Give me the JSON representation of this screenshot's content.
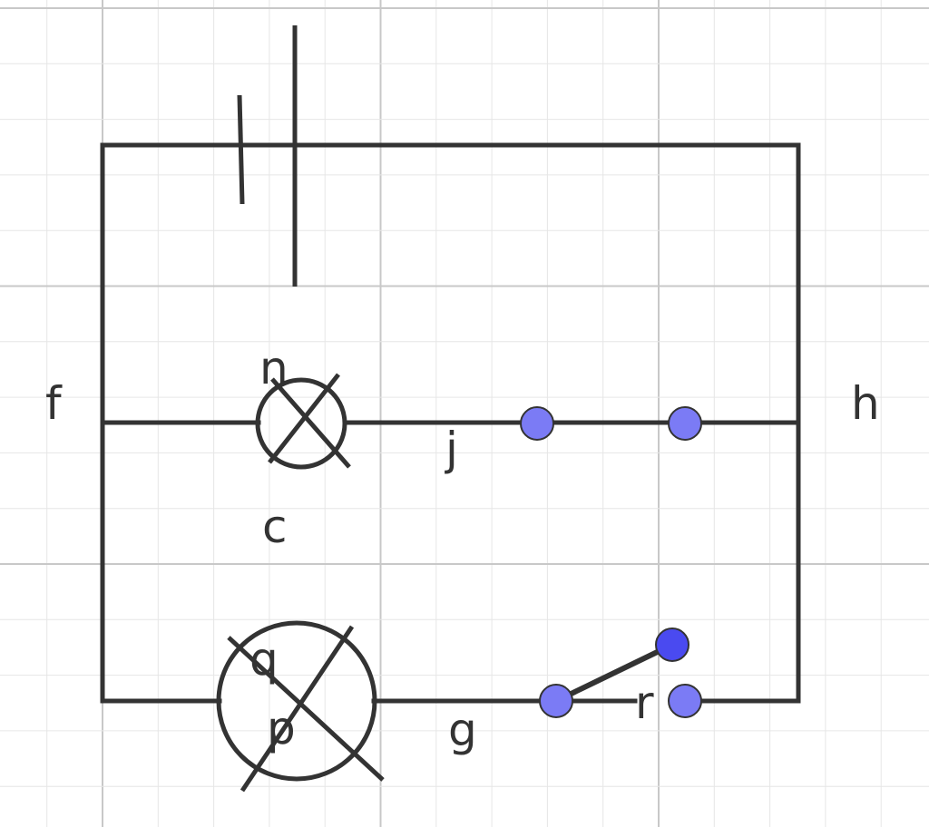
{
  "diagram": {
    "labels": {
      "f": "f",
      "h": "h",
      "n": "n",
      "j": "j",
      "c": "c",
      "q": "q",
      "p": "p",
      "g": "g",
      "r": "r"
    },
    "colors": {
      "wire": "#333333",
      "grid_major": "#c8c8c8",
      "grid_minor": "#e6e6e6",
      "terminal_fill": "#7b7bf5",
      "terminal_active_fill": "#4a4af0",
      "terminal_stroke": "#333333",
      "label": "#333333"
    },
    "components": {
      "battery": "battery",
      "lamp_upper": "lamp",
      "lamp_lower": "lamp",
      "switch": "switch-open"
    }
  }
}
